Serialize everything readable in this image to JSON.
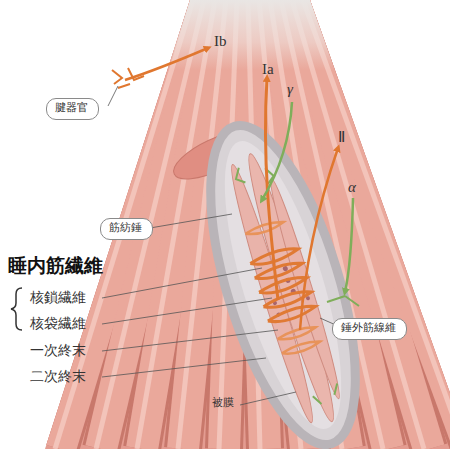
{
  "diagram": {
    "nodes": [
      {
        "text": [
          "腱器官"
        ]
      },
      {
        "text": [
          "筋紡錘"
        ]
      },
      {
        "text": [
          "錘外筋線維"
        ]
      }
    ],
    "labels": [
      "Ib",
      "Ia",
      "γ",
      "Ⅱ",
      "α",
      "睡内筋繊維",
      "核鎖繊維",
      "核袋繊維",
      "一次終末",
      "二次終末",
      "被膜"
    ]
  }
}
